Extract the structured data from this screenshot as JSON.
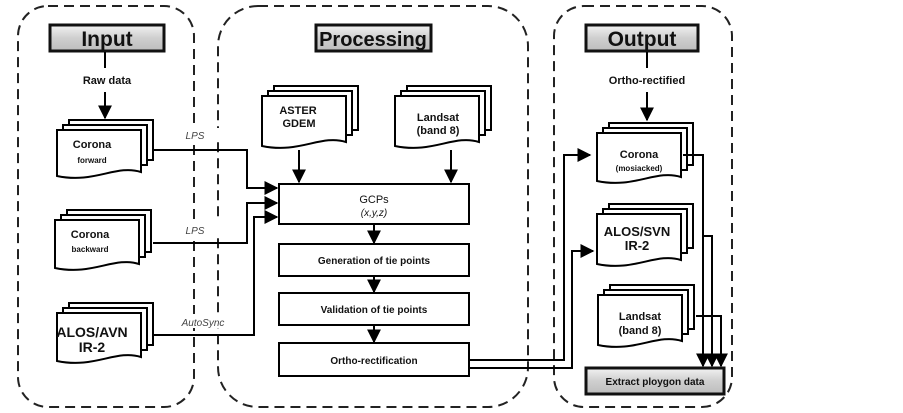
{
  "panels": {
    "input": {
      "title": "Input"
    },
    "processing": {
      "title": "Processing"
    },
    "output": {
      "title": "Output"
    }
  },
  "input": {
    "raw_label": "Raw data",
    "docs": [
      {
        "line1": "Corona",
        "line2": "forward"
      },
      {
        "line1": "Corona",
        "line2": "backward"
      },
      {
        "line1": "ALOS/AVN",
        "line2": "IR-2"
      }
    ],
    "edges": [
      "LPS",
      "LPS",
      "AutoSync"
    ]
  },
  "processing": {
    "docs": [
      {
        "line1": "ASTER",
        "line2": "GDEM"
      },
      {
        "line1": "Landsat",
        "line2": "(band 8)"
      }
    ],
    "gcp": {
      "line1": "GCPs",
      "line2": "(x,y,z)"
    },
    "steps": [
      "Generation of tie points",
      "Validation of tie points",
      "Ortho-rectification"
    ]
  },
  "output": {
    "ortho_label": "Ortho-rectified",
    "docs": [
      {
        "line1": "Corona",
        "line2": "(mosiacked)"
      },
      {
        "line1": "ALOS/SVN",
        "line2": "IR-2"
      },
      {
        "line1": "Landsat",
        "line2": "(band 8)"
      }
    ],
    "extract": "Extract ploygon data"
  }
}
